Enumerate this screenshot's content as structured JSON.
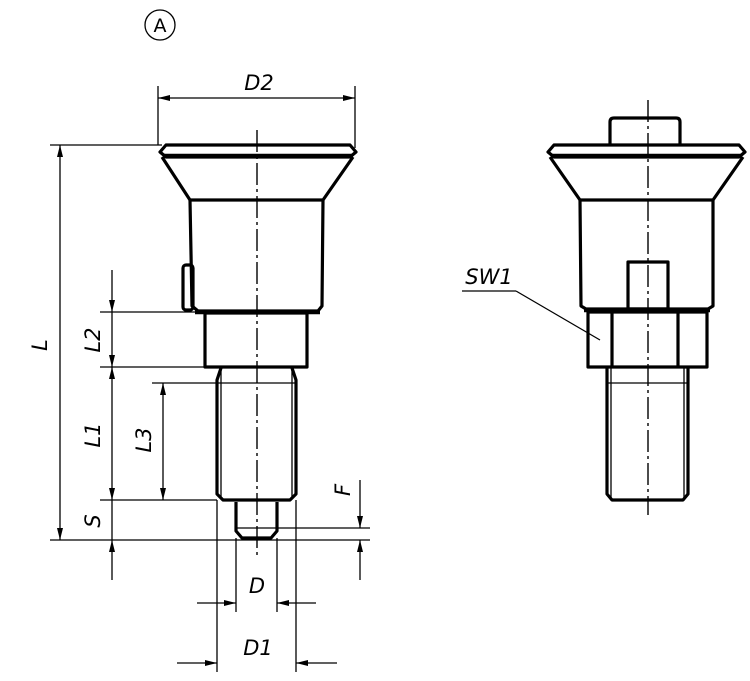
{
  "view_marker": "A",
  "dimensions": {
    "D2": "D2",
    "L": "L",
    "L2": "L2",
    "L1": "L1",
    "L3": "L3",
    "S": "S",
    "F": "F",
    "D": "D",
    "D1": "D1",
    "SW1": "SW1"
  }
}
